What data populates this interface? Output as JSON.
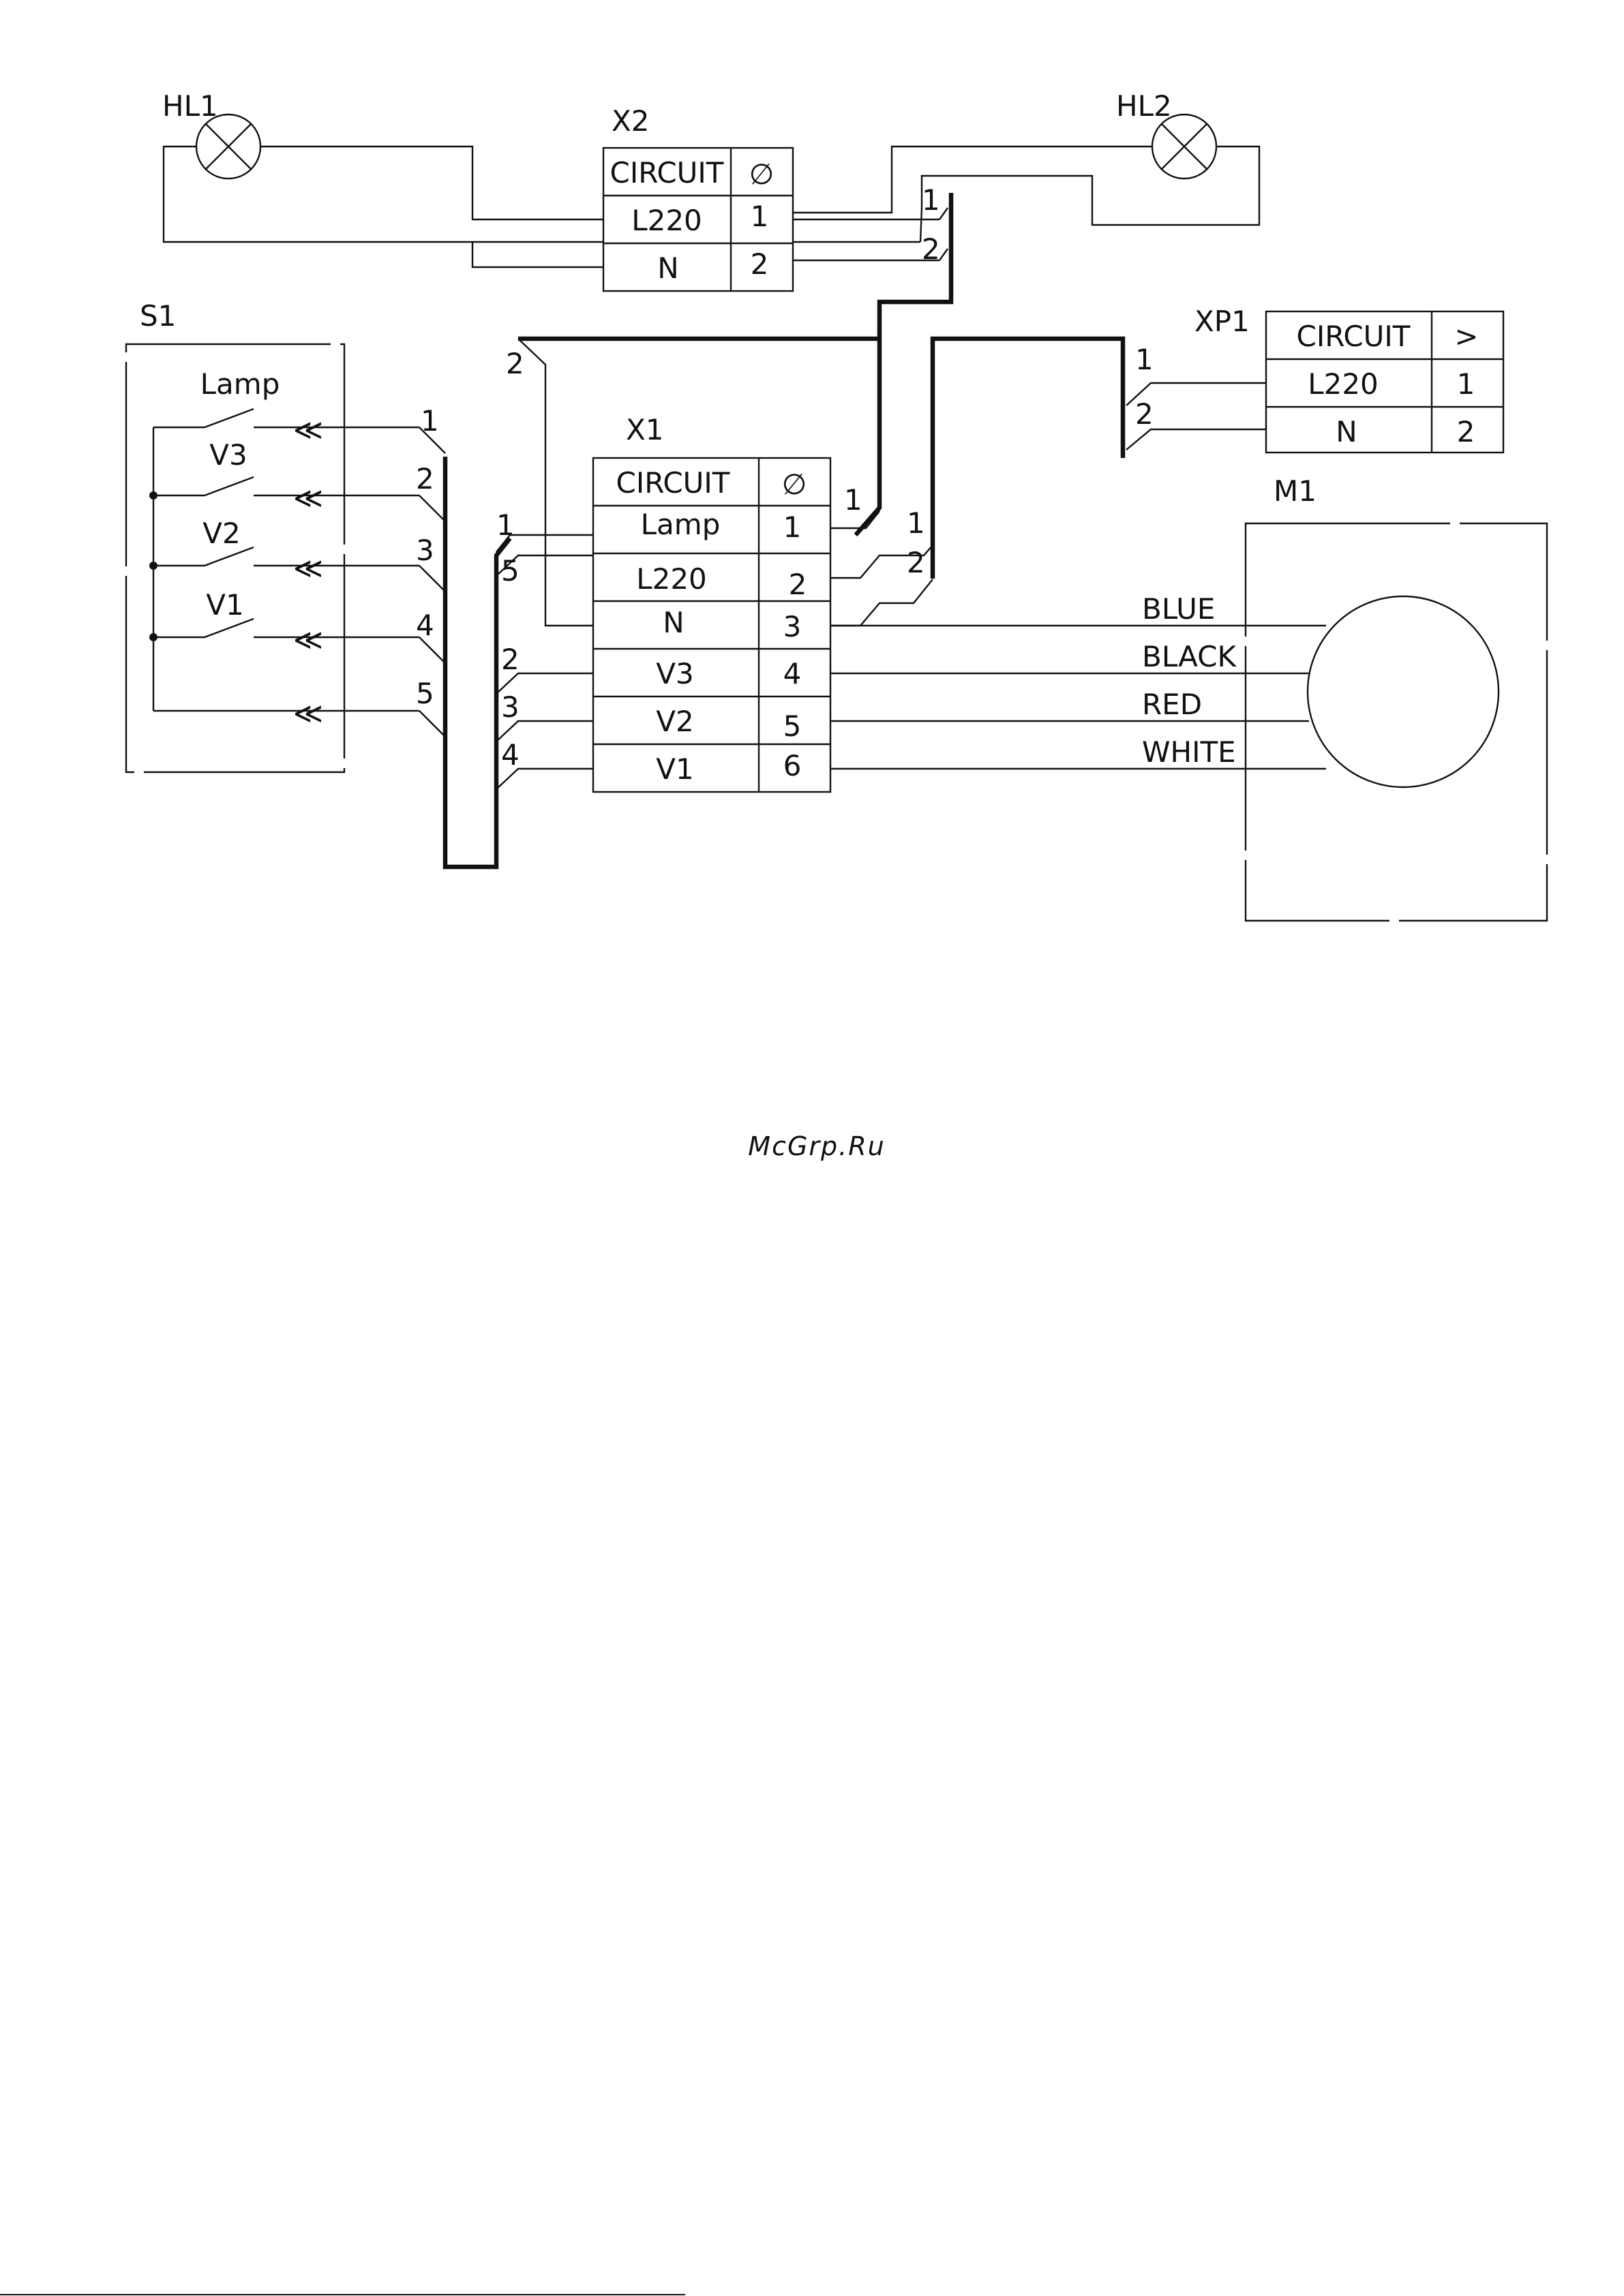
{
  "components": {
    "hl1": "HL1",
    "hl2": "HL2",
    "x1": "X1",
    "x2": "X2",
    "xp1": "XP1",
    "s1": "S1",
    "m1": "M1"
  },
  "x2": {
    "header": "CIRCUIT",
    "header_symbol": "∅",
    "rows": [
      {
        "label": "L220",
        "pin": "1"
      },
      {
        "label": "N",
        "pin": "2"
      }
    ]
  },
  "xp1": {
    "header": "CIRCUIT",
    "header_symbol": ">",
    "rows": [
      {
        "label": "L220",
        "pin": "1"
      },
      {
        "label": "N",
        "pin": "2"
      }
    ]
  },
  "x1": {
    "header": "CIRCUIT",
    "header_symbol": "∅",
    "rows": [
      {
        "label": "Lamp",
        "pin": "1"
      },
      {
        "label": "L220",
        "pin": "2"
      },
      {
        "label": "N",
        "pin": "3"
      },
      {
        "label": "V3",
        "pin": "4"
      },
      {
        "label": "V2",
        "pin": "5"
      },
      {
        "label": "V1",
        "pin": "6"
      }
    ]
  },
  "s1": {
    "switches": [
      "Lamp",
      "V3",
      "V2",
      "V1"
    ],
    "pins": [
      "1",
      "2",
      "3",
      "4",
      "5"
    ]
  },
  "motor_wires": [
    "BLUE",
    "BLACK",
    "RED",
    "WHITE"
  ],
  "wire_numbers": {
    "x2_bus_1": "1",
    "x2_bus_2": "2",
    "xp1_bus_1": "1",
    "xp1_bus_2": "2",
    "x1_right_1": "1",
    "x1_right_2": "1",
    "x1_right_3": "2",
    "top_bus_2": "2",
    "x1_left_1": "1",
    "x1_left_5": "5",
    "x1_left_2": "2",
    "x1_left_3": "3",
    "x1_left_4": "4"
  },
  "watermark": "McGrp.Ru"
}
